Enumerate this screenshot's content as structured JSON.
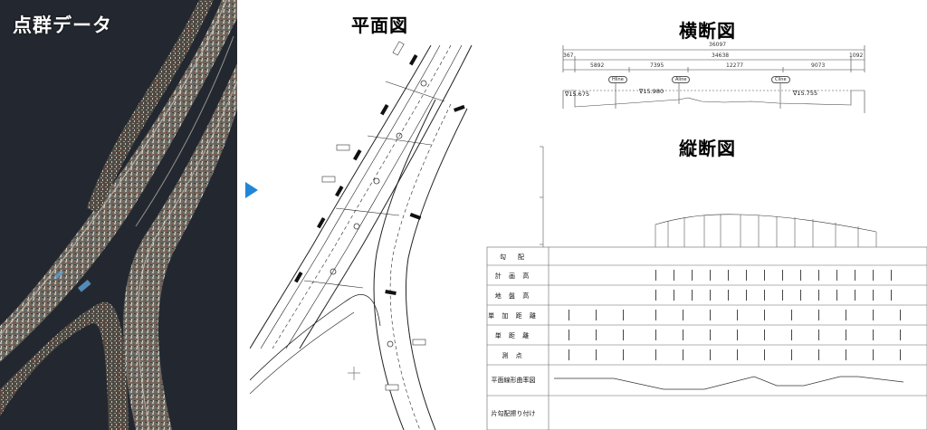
{
  "point_cloud": {
    "title": "点群データ"
  },
  "plan": {
    "title": "平面図"
  },
  "cross_section": {
    "title": "横断図",
    "overall": "36097",
    "left_end": "367",
    "middle": "34638",
    "right_end": "1092",
    "segments": [
      "5892",
      "7395",
      "12277",
      "9073"
    ],
    "lines": [
      "Hline",
      "Aline",
      "Cline"
    ],
    "elevations": [
      "∇15.675",
      "∇15.980",
      "∇15.755"
    ]
  },
  "profile": {
    "title": "縦断図",
    "rows": [
      "勾　配",
      "計 画 高",
      "地 盤 高",
      "単 加 距 離",
      "単 距 離",
      "測 点",
      "平面線形曲率図",
      "片勾配擦り付け"
    ]
  },
  "colors": {
    "arrow": "#1f86d8",
    "dark_bg": "#232830"
  }
}
